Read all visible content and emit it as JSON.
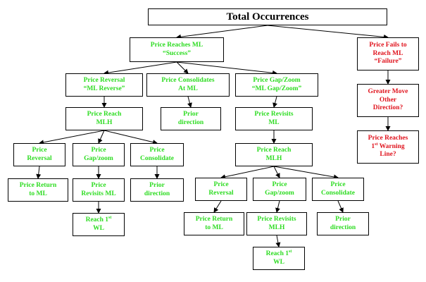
{
  "colors": {
    "success": "#2edc22",
    "failure": "#e0141e",
    "title": "#000000"
  },
  "nodes": {
    "total": {
      "lines": [
        "Total Occurrences"
      ]
    },
    "success": {
      "lines": [
        "Price Reaches ML",
        "“Success”"
      ]
    },
    "failure": {
      "lines": [
        "Price Fails to",
        "Reach ML",
        "“Failure”"
      ]
    },
    "greater_move": {
      "lines": [
        "Greater Move",
        "Other",
        "Direction?"
      ]
    },
    "warning_line": {
      "lines": [
        "Price Reaches",
        "1st Warning",
        "Line?"
      ]
    },
    "reversal": {
      "lines": [
        "Price Reversal",
        "“ML Reverse”"
      ]
    },
    "consolidates": {
      "lines": [
        "Price Consolidates",
        "At ML"
      ]
    },
    "gap": {
      "lines": [
        "Price Gap/Zoom",
        "“ML Gap/Zoom”"
      ]
    },
    "rev_mlh": {
      "lines": [
        "Price Reach",
        "MLH"
      ]
    },
    "cons_prior": {
      "lines": [
        "Prior",
        "direction"
      ]
    },
    "gap_revisits_ml": {
      "lines": [
        "Price Revisits",
        "ML"
      ]
    },
    "r_reversal": {
      "lines": [
        "Price",
        "Reversal"
      ]
    },
    "r_gapzoom": {
      "lines": [
        "Price",
        "Gap/zoom"
      ]
    },
    "r_consolidate": {
      "lines": [
        "Price",
        "Consolidate"
      ]
    },
    "r_return": {
      "lines": [
        "Price Return",
        "to ML"
      ]
    },
    "r_revisits_ml": {
      "lines": [
        "Price",
        "Revisits ML"
      ]
    },
    "r_prior": {
      "lines": [
        "Prior",
        "direction"
      ]
    },
    "r_reach_wl": {
      "lines": [
        "Reach 1st",
        "WL"
      ]
    },
    "g_mlh": {
      "lines": [
        "Price Reach",
        "MLH"
      ]
    },
    "g_reversal": {
      "lines": [
        "Price",
        "Reversal"
      ]
    },
    "g_gapzoom": {
      "lines": [
        "Price",
        "Gap/zoom"
      ]
    },
    "g_consolidate": {
      "lines": [
        "Price",
        "Consolidate"
      ]
    },
    "g_return": {
      "lines": [
        "Price Return",
        "to ML"
      ]
    },
    "g_revisits_mlh": {
      "lines": [
        "Price Revisits",
        "MLH"
      ]
    },
    "g_prior": {
      "lines": [
        "Prior",
        "direction"
      ]
    },
    "g_reach_wl": {
      "lines": [
        "Reach 1st",
        "WL"
      ]
    }
  }
}
